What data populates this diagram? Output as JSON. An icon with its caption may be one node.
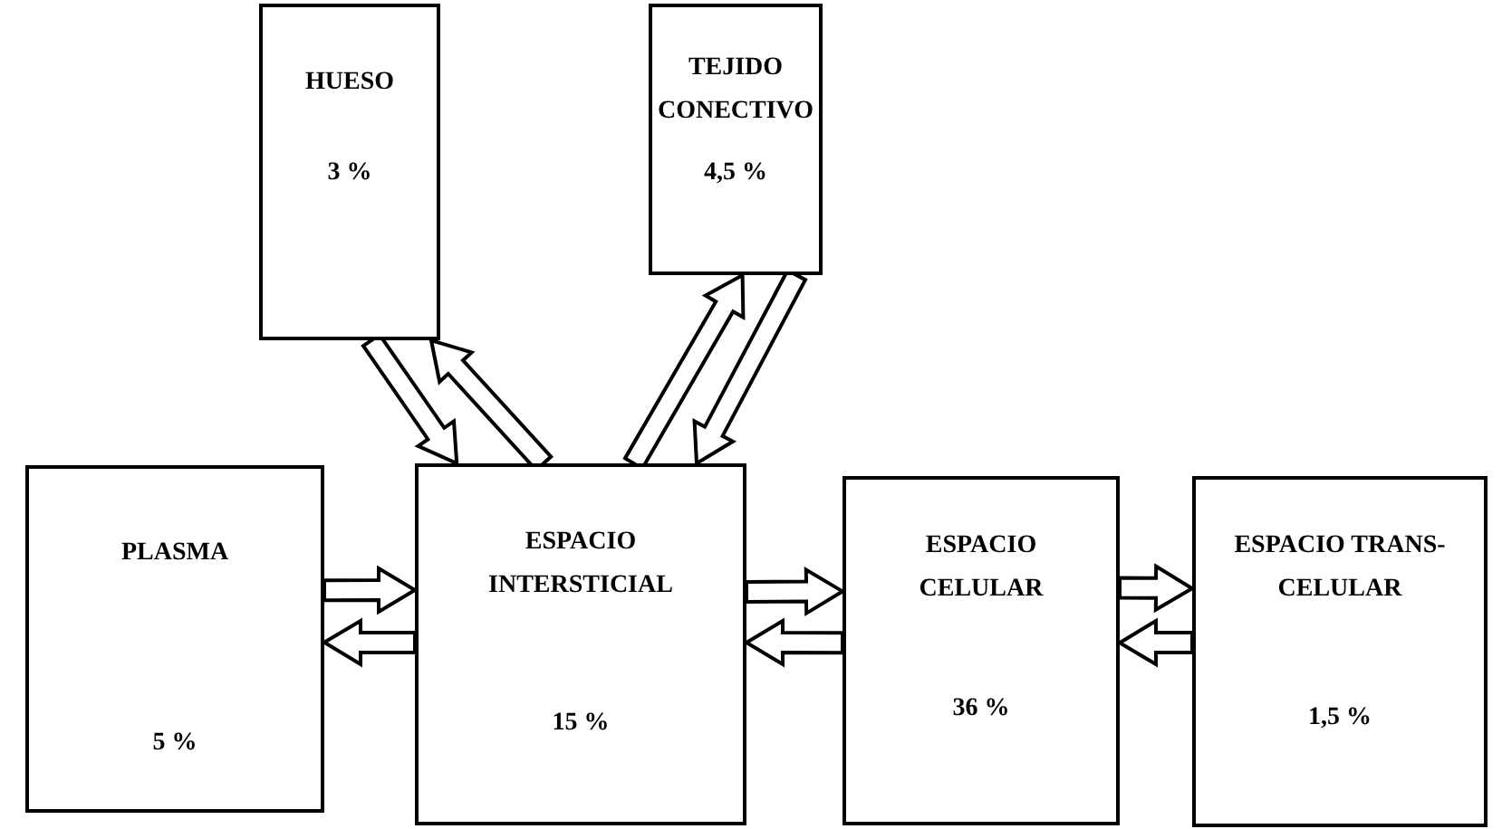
{
  "diagram": {
    "nodes": [
      {
        "text": [
          "HUESO",
          "3 %"
        ]
      },
      {
        "text": [
          "TEJIDO CONECTIVO",
          "4,5 %"
        ]
      },
      {
        "text": [
          "PLASMA",
          "5 %"
        ]
      },
      {
        "text": [
          "ESPACIO INTERSTICIAL",
          "15 %"
        ]
      },
      {
        "text": [
          "ESPACIO CELULAR",
          "36 %"
        ]
      },
      {
        "text": [
          "ESPACIO TRANS- CELULAR",
          "1,5 %"
        ]
      }
    ],
    "edges": [
      {
        "from": 0,
        "to": 3,
        "arrow": "to"
      },
      {
        "from": 3,
        "to": 0,
        "arrow": "to"
      },
      {
        "from": 3,
        "to": 1,
        "arrow": "to"
      },
      {
        "from": 1,
        "to": 3,
        "arrow": "to"
      },
      {
        "from": 2,
        "to": 3,
        "arrow": "to"
      },
      {
        "from": 3,
        "to": 2,
        "arrow": "to"
      },
      {
        "from": 3,
        "to": 4,
        "arrow": "to"
      },
      {
        "from": 4,
        "to": 3,
        "arrow": "to"
      },
      {
        "from": 4,
        "to": 5,
        "arrow": "to"
      },
      {
        "from": 5,
        "to": 4,
        "arrow": "to"
      }
    ]
  }
}
